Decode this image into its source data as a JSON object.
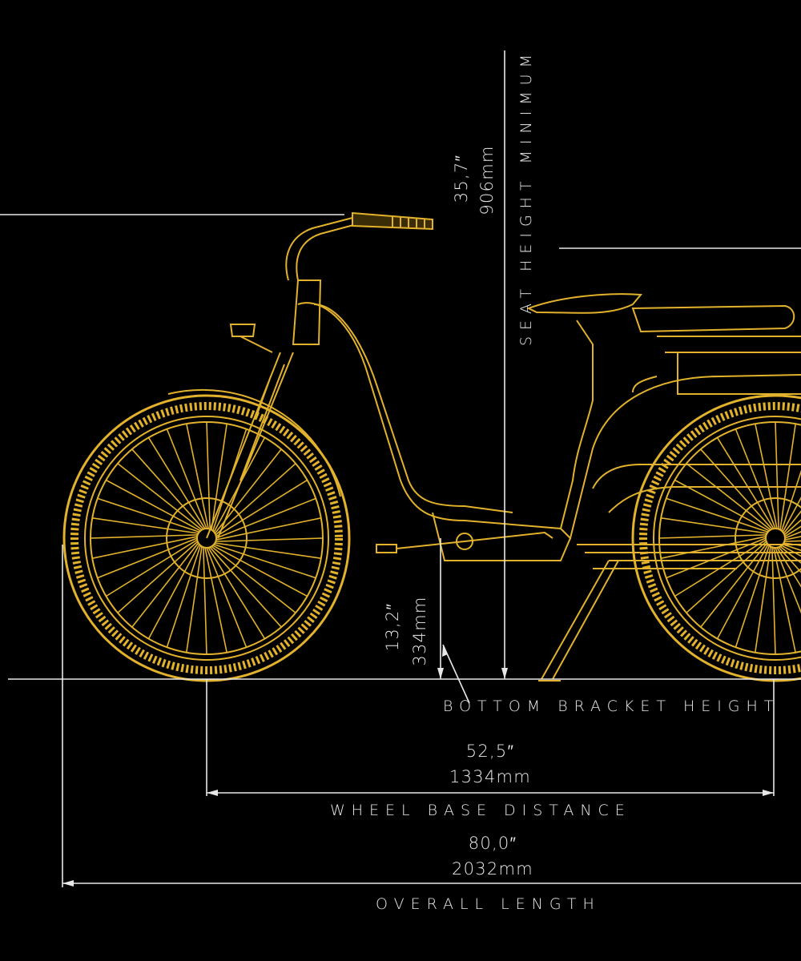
{
  "diagram": {
    "colors": {
      "drawing": "#e2b22c",
      "dimension": "#e8e8e8",
      "background": "#000000"
    },
    "seat_height": {
      "label": "SEAT HEIGHT MINIMUM",
      "inches": "35,7″",
      "mm": "906mm"
    },
    "bottom_bracket": {
      "label": "BOTTOM BRACKET HEIGHT",
      "inches": "13,2″",
      "mm": "334mm"
    },
    "wheel_base": {
      "label": "WHEEL BASE DISTANCE",
      "inches": "52,5″",
      "mm": "1334mm"
    },
    "overall_length": {
      "label": "OVERALL LENGTH",
      "inches": "80,0″",
      "mm": "2032mm"
    }
  }
}
